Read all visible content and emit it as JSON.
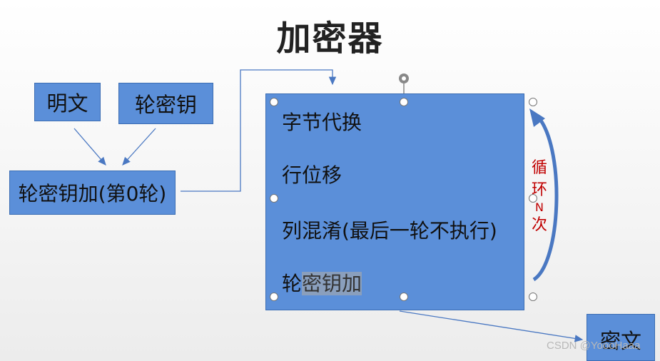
{
  "title": "加密器",
  "inputs": {
    "plaintext": "明文",
    "round_key": "轮密钥"
  },
  "initial_step": "轮密钥加(第0轮)",
  "round_steps": [
    {
      "prefix": "字节代换",
      "highlight": ""
    },
    {
      "prefix": "行位移",
      "highlight": ""
    },
    {
      "prefix": "列混淆(最后一轮不执行)",
      "highlight": ""
    },
    {
      "prefix": "轮",
      "highlight": "密钥加"
    }
  ],
  "loop": {
    "chars": [
      "循",
      "环",
      "N",
      "次"
    ]
  },
  "output": "密文",
  "watermark": "CSDN @YoooHaaa",
  "colors": {
    "box_fill": "#5b8fd9",
    "arrow": "#4a78c2",
    "loop_label": "#c00000"
  }
}
